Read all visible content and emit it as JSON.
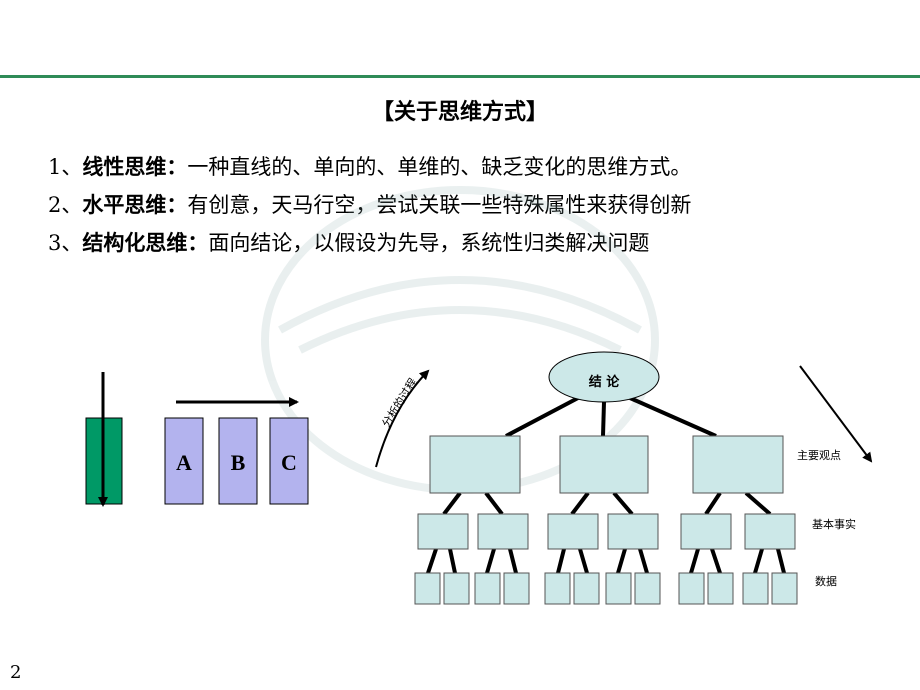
{
  "title": "【关于思维方式】",
  "lines": [
    {
      "num": "1、",
      "term": "线性思维：",
      "desc": "一种直线的、单向的、单维的、缺乏变化的思维方式。"
    },
    {
      "num": "2、",
      "term": "水平思维：",
      "desc": "有创意，天马行空，尝试关联一些特殊属性来获得创新"
    },
    {
      "num": "3、",
      "term": "结构化思维：",
      "desc": "面向结论，以假设为先导，系统性归类解决问题"
    }
  ],
  "boxes": {
    "a": "A",
    "b": "B",
    "c": "C"
  },
  "tree": {
    "root": "结 论",
    "process": "分析的过程",
    "level1": "主要观点",
    "level2": "基本事实",
    "level3": "数据"
  },
  "page_number": "2",
  "colors": {
    "rule": "#2e8b57",
    "linear_box": "#009966",
    "abc_box": "#b3b3ee",
    "tree_box": "#cce8e8"
  }
}
